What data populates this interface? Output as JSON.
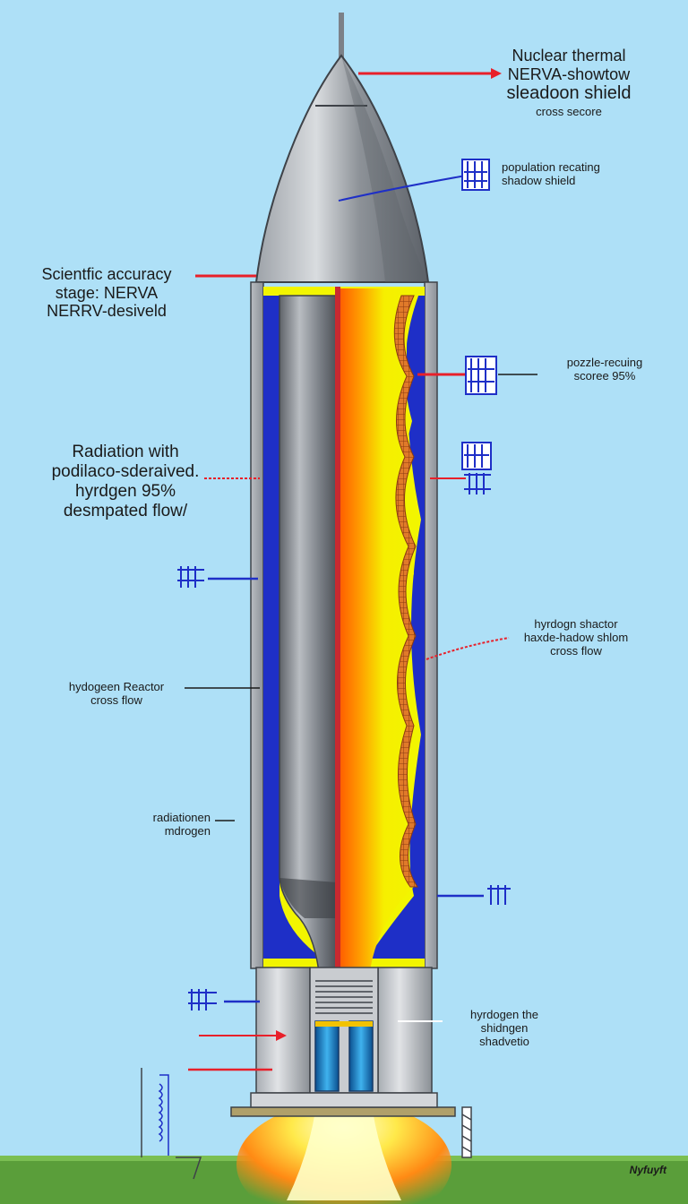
{
  "labels": {
    "top": [
      "Nuclear thermal",
      "NERVA-showtow",
      "sleadoon  shield",
      "cross secore"
    ],
    "population": [
      "population recating",
      "shadow shield"
    ],
    "scientific": [
      "Scientfic accuracy",
      "stage:   NERVA",
      "NERRV-desiveld"
    ],
    "puzzle": [
      "pozzle-recuing",
      "scoree 95%"
    ],
    "radiation": [
      "Radiation with",
      "podilaco-sderaived.",
      "hyrdgen 95%",
      "desmpated flow/"
    ],
    "hydrogen_shactor": [
      "hyrdogn shactor",
      "haxde-hadow shlom",
      "cross flow"
    ],
    "hydrogen_reactor": [
      "hydogeen Reactor",
      "cross flow"
    ],
    "radiationen": [
      "radiationen",
      "mdrogen"
    ],
    "hydrogen_the": [
      "hyrdogen the",
      "shidngen",
      "shadvetio"
    ],
    "signature": "Nyfuyft"
  },
  "colors": {
    "sky": "#aee0f7",
    "grass": "#5a9e3a",
    "hull": "#8a8f96",
    "shield": "#1e2fc7",
    "core_outer": "#ff6a00",
    "core_inner": "#f5f200",
    "pointer": "#e8202a"
  }
}
